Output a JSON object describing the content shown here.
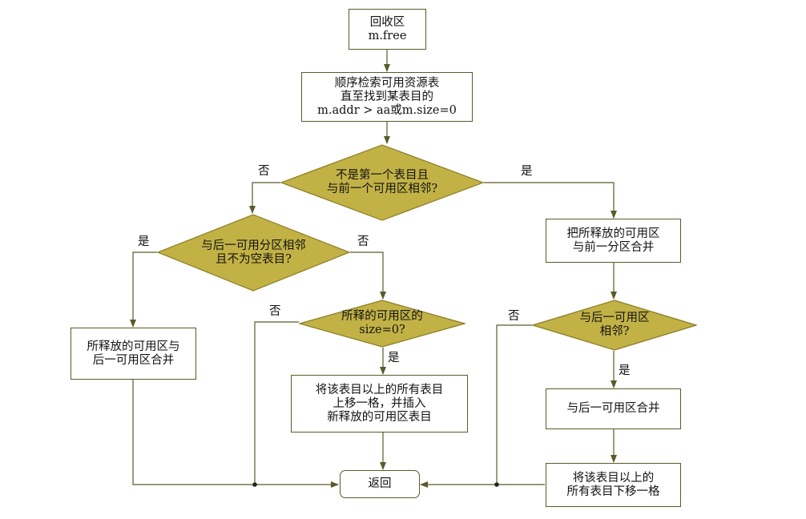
{
  "colors": {
    "line": "#5a5a2a",
    "diamond_fill": "#c2b246",
    "diamond_stroke": "#8a7a1f",
    "box_fill": "#ffffff",
    "text": "#111111"
  },
  "nodes": {
    "start": "回收区\nm.free",
    "search": "顺序检索可用资源表\n直至找到某表目的\nm.addr > aa或m.size=0",
    "d_prev_adjacent": "不是第一个表目且\n与前一个可用区相邻?",
    "merge_prev": "把所释放的可用区\n与前一分区合并",
    "d_next_adjacent_right": "与后一可用区\n相邻?",
    "merge_next_right": "与后一可用区合并",
    "shift_down": "将该表目以上的\n所有表目下移一格",
    "d_next_nonempty": "与后一可用分区相邻\n且不为空表目?",
    "merge_with_next_left": "所释放的可用区与\n后一可用区合并",
    "d_size_zero": "所释的可用区的\nsize=0?",
    "shift_up_insert": "将该表目以上的所有表目\n上移一格，并插入\n新释放的可用区表目",
    "return": "返回"
  },
  "edge_labels": {
    "prev_no": "否",
    "prev_yes": "是",
    "nonempty_yes": "是",
    "nonempty_no": "否",
    "size_no": "否",
    "size_yes": "是",
    "right_no": "否",
    "right_yes": "是"
  }
}
